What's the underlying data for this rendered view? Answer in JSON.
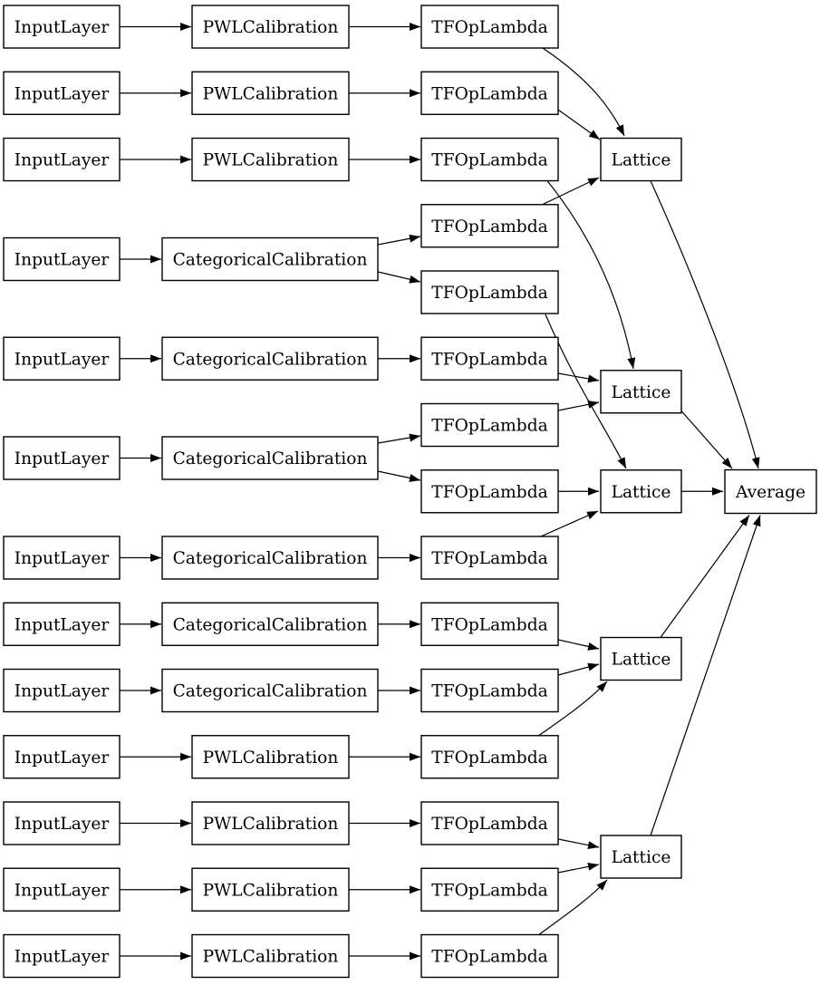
{
  "diagram": {
    "kind": "neural-network-model-architecture-graph",
    "colors": {
      "background": "#ffffff",
      "node_fill": "#ffffff",
      "node_border": "#000000",
      "text": "#000000",
      "edge": "#000000"
    },
    "nodes": [
      {
        "id": "il1",
        "label": "InputLayer"
      },
      {
        "id": "il2",
        "label": "InputLayer"
      },
      {
        "id": "il3",
        "label": "InputLayer"
      },
      {
        "id": "il4",
        "label": "InputLayer"
      },
      {
        "id": "il5",
        "label": "InputLayer"
      },
      {
        "id": "il6",
        "label": "InputLayer"
      },
      {
        "id": "il7",
        "label": "InputLayer"
      },
      {
        "id": "il8",
        "label": "InputLayer"
      },
      {
        "id": "il9",
        "label": "InputLayer"
      },
      {
        "id": "il10",
        "label": "InputLayer"
      },
      {
        "id": "il11",
        "label": "InputLayer"
      },
      {
        "id": "il12",
        "label": "InputLayer"
      },
      {
        "id": "il13",
        "label": "InputLayer"
      },
      {
        "id": "pwlcal1",
        "label": "PWLCalibration"
      },
      {
        "id": "pwlcal2",
        "label": "PWLCalibration"
      },
      {
        "id": "pwlcal3",
        "label": "PWLCalibration"
      },
      {
        "id": "catcal1",
        "label": "CategoricalCalibration"
      },
      {
        "id": "catcal2",
        "label": "CategoricalCalibration"
      },
      {
        "id": "catcal3",
        "label": "CategoricalCalibration"
      },
      {
        "id": "catcal4",
        "label": "CategoricalCalibration"
      },
      {
        "id": "catcal5",
        "label": "CategoricalCalibration"
      },
      {
        "id": "catcal6",
        "label": "CategoricalCalibration"
      },
      {
        "id": "pwlcal4",
        "label": "PWLCalibration"
      },
      {
        "id": "pwlcal5",
        "label": "PWLCalibration"
      },
      {
        "id": "pwlcal6",
        "label": "PWLCalibration"
      },
      {
        "id": "pwlcal7",
        "label": "PWLCalibration"
      },
      {
        "id": "tfop1",
        "label": "TFOpLambda"
      },
      {
        "id": "tfop2",
        "label": "TFOpLambda"
      },
      {
        "id": "tfop3",
        "label": "TFOpLambda"
      },
      {
        "id": "tfop4",
        "label": "TFOpLambda"
      },
      {
        "id": "tfop5",
        "label": "TFOpLambda"
      },
      {
        "id": "tfop6",
        "label": "TFOpLambda"
      },
      {
        "id": "tfop7",
        "label": "TFOpLambda"
      },
      {
        "id": "tfop8",
        "label": "TFOpLambda"
      },
      {
        "id": "tfop9",
        "label": "TFOpLambda"
      },
      {
        "id": "tfop10",
        "label": "TFOpLambda"
      },
      {
        "id": "tfop11",
        "label": "TFOpLambda"
      },
      {
        "id": "tfop12",
        "label": "TFOpLambda"
      },
      {
        "id": "tfop13",
        "label": "TFOpLambda"
      },
      {
        "id": "tfop14",
        "label": "TFOpLambda"
      },
      {
        "id": "tfop15",
        "label": "TFOpLambda"
      },
      {
        "id": "lattice1",
        "label": "Lattice"
      },
      {
        "id": "lattice2",
        "label": "Lattice"
      },
      {
        "id": "lattice3",
        "label": "Lattice"
      },
      {
        "id": "lattice4",
        "label": "Lattice"
      },
      {
        "id": "lattice5",
        "label": "Lattice"
      },
      {
        "id": "average",
        "label": "Average"
      }
    ],
    "edges": [
      [
        "il1",
        "pwlcal1"
      ],
      [
        "il2",
        "pwlcal2"
      ],
      [
        "il3",
        "pwlcal3"
      ],
      [
        "il4",
        "catcal1"
      ],
      [
        "il5",
        "catcal2"
      ],
      [
        "il6",
        "catcal3"
      ],
      [
        "il7",
        "catcal4"
      ],
      [
        "il8",
        "catcal5"
      ],
      [
        "il9",
        "catcal6"
      ],
      [
        "il10",
        "pwlcal4"
      ],
      [
        "il11",
        "pwlcal5"
      ],
      [
        "il12",
        "pwlcal6"
      ],
      [
        "il13",
        "pwlcal7"
      ],
      [
        "pwlcal1",
        "tfop1"
      ],
      [
        "pwlcal2",
        "tfop2"
      ],
      [
        "pwlcal3",
        "tfop3"
      ],
      [
        "catcal1",
        "tfop4"
      ],
      [
        "catcal1",
        "tfop5"
      ],
      [
        "catcal2",
        "tfop6"
      ],
      [
        "catcal3",
        "tfop7"
      ],
      [
        "catcal3",
        "tfop8"
      ],
      [
        "catcal4",
        "tfop9"
      ],
      [
        "catcal5",
        "tfop10"
      ],
      [
        "catcal6",
        "tfop11"
      ],
      [
        "pwlcal4",
        "tfop12"
      ],
      [
        "pwlcal5",
        "tfop13"
      ],
      [
        "pwlcal6",
        "tfop14"
      ],
      [
        "pwlcal7",
        "tfop15"
      ],
      [
        "tfop1",
        "lattice1"
      ],
      [
        "tfop2",
        "lattice1"
      ],
      [
        "tfop4",
        "lattice1"
      ],
      [
        "tfop3",
        "lattice2"
      ],
      [
        "tfop6",
        "lattice2"
      ],
      [
        "tfop7",
        "lattice2"
      ],
      [
        "tfop5",
        "lattice3"
      ],
      [
        "tfop8",
        "lattice3"
      ],
      [
        "tfop9",
        "lattice3"
      ],
      [
        "tfop10",
        "lattice4"
      ],
      [
        "tfop11",
        "lattice4"
      ],
      [
        "tfop12",
        "lattice4"
      ],
      [
        "tfop13",
        "lattice5"
      ],
      [
        "tfop14",
        "lattice5"
      ],
      [
        "tfop15",
        "lattice5"
      ],
      [
        "lattice1",
        "average"
      ],
      [
        "lattice2",
        "average"
      ],
      [
        "lattice3",
        "average"
      ],
      [
        "lattice4",
        "average"
      ],
      [
        "lattice5",
        "average"
      ]
    ]
  }
}
